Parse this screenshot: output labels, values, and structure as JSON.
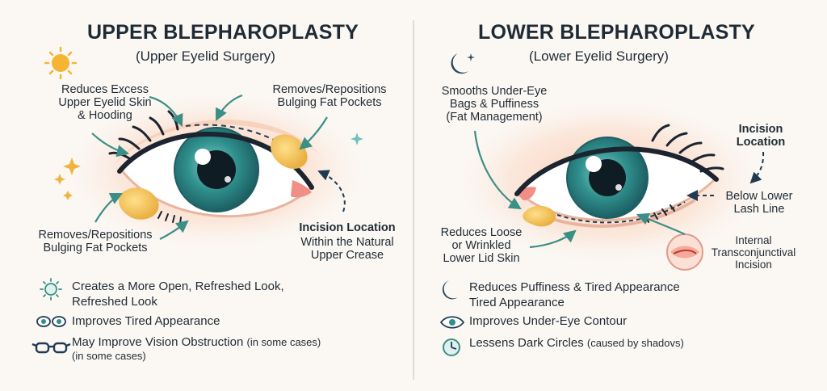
{
  "upper": {
    "title": "UPPER BLEPHAROPLASTY",
    "subtitle": "(Upper Eyelid Surgery)",
    "label_skin": "Reduces Excess\nUpper Eyelid Skin\n& Hooding",
    "label_fat_top": "Removes/Repositions\nBulging Fat Pockets",
    "label_fat_bottom": "Removes/Repositions\nBulging Fat Pockets",
    "incision_title": "Incision Location",
    "incision_text": "Within the Natural\nUpper Crease",
    "benefits": [
      {
        "icon": "sun-icon",
        "text": "Creates a More Open, Refreshed Look,",
        "extra": "Refreshed Look"
      },
      {
        "icon": "open-eyes-icon",
        "text": "Improves Tired Appearance"
      },
      {
        "icon": "glasses-icon",
        "text": "May Improve Vision Obstruction",
        "note": "(in some cases)",
        "extra": "(in some cases)"
      }
    ]
  },
  "lower": {
    "title": "LOWER BLEPHAROPLASTY",
    "subtitle": "(Lower Eyelid Surgery)",
    "label_bags": "Smooths Under-Eye\nBags & Puffiness\n(Fat Management)",
    "incision_title": "Incision\nLocation",
    "label_lash": "Below Lower\nLash Line",
    "label_skin": "Reduces Loose\nor Wrinkled\nLower Lid Skin",
    "label_internal": "Internal\nTransconjunctival\nIncision",
    "benefits": [
      {
        "icon": "crescent-moon-icon",
        "text": "Reduces Puffiness & Tired Appearance",
        "extra": "Tired Appearance"
      },
      {
        "icon": "eye-icon",
        "text": "Improves Under-Eye Contour"
      },
      {
        "icon": "clock-icon",
        "text": "Lessens Dark Circles",
        "note": "(caused by shadovs)"
      }
    ]
  },
  "colors": {
    "iris": "#2f8f8c",
    "fat": "#f2c14e",
    "skin_glow": "#f6b79b",
    "arrow": "#3b8f86",
    "lash": "#1c2430"
  }
}
